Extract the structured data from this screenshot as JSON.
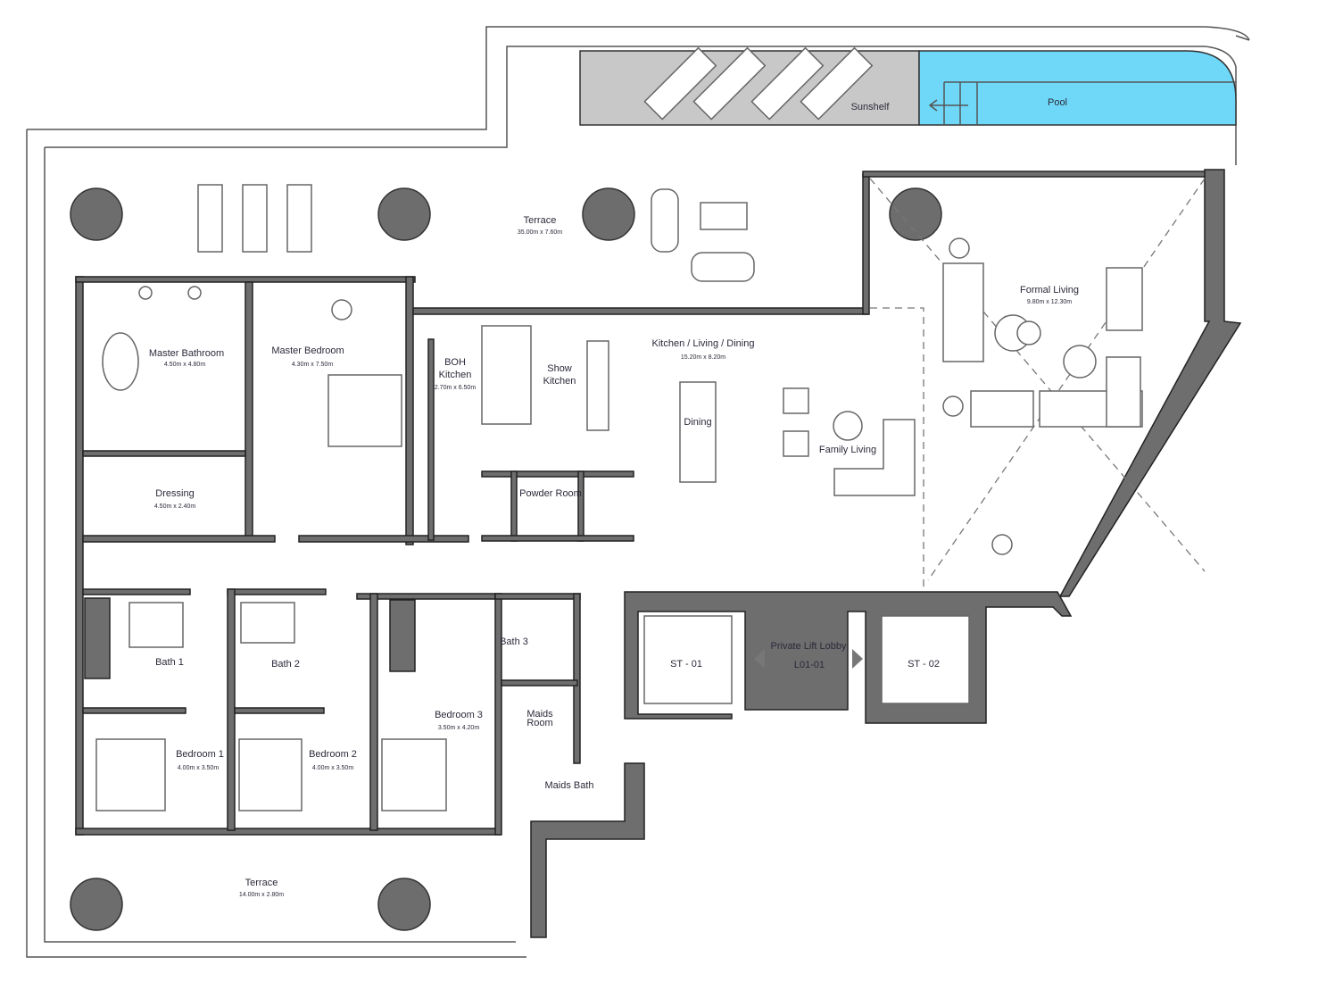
{
  "colors": {
    "pool": "#6fd8f8",
    "sunshelf": "#c8c8c8",
    "wall": "#6e6e6e",
    "column": "#6d6d6d"
  },
  "rooms": {
    "sunshelf": {
      "name": "Sunshelf"
    },
    "pool": {
      "name": "Pool"
    },
    "terrace_top": {
      "name": "Terrace",
      "dim": "35.00m x 7.60m"
    },
    "formal_living": {
      "name": "Formal Living",
      "dim": "9.80m x 12.30m"
    },
    "master_bathroom": {
      "name": "Master Bathroom",
      "dim": "4.50m x 4.80m"
    },
    "master_bedroom": {
      "name": "Master Bedroom",
      "dim": "4.30m x 7.50m"
    },
    "boh_kitchen": {
      "name_1": "BOH",
      "name_2": "Kitchen",
      "dim": "2.70m x 6.50m"
    },
    "show_kitchen": {
      "name_1": "Show",
      "name_2": "Kitchen"
    },
    "kitchen_living_dining": {
      "name": "Kitchen / Living / Dining",
      "dim": "15.20m x 8.20m"
    },
    "dining": {
      "name": "Dining"
    },
    "family_living": {
      "name": "Family Living"
    },
    "dressing": {
      "name": "Dressing",
      "dim": "4.50m x 2.40m"
    },
    "powder_room": {
      "name": "Powder Room"
    },
    "private_lift_lobby": {
      "name": "Private Lift Lobby",
      "code": "L01-01"
    },
    "st01": {
      "name": "ST - 01"
    },
    "st02": {
      "name": "ST - 02"
    },
    "bath1": {
      "name": "Bath 1"
    },
    "bath2": {
      "name": "Bath 2"
    },
    "bath3": {
      "name": "Bath 3"
    },
    "maids_room": {
      "name_1": "Maids",
      "name_2": "Room"
    },
    "maids_bath": {
      "name": "Maids Bath"
    },
    "bedroom1": {
      "name": "Bedroom 1",
      "dim": "4.00m x 3.50m"
    },
    "bedroom2": {
      "name": "Bedroom 2",
      "dim": "4.00m x 3.50m"
    },
    "bedroom3": {
      "name": "Bedroom 3",
      "dim": "3.50m x 4.20m"
    },
    "terrace_bottom": {
      "name": "Terrace",
      "dim": "14.00m x 2.80m"
    }
  }
}
